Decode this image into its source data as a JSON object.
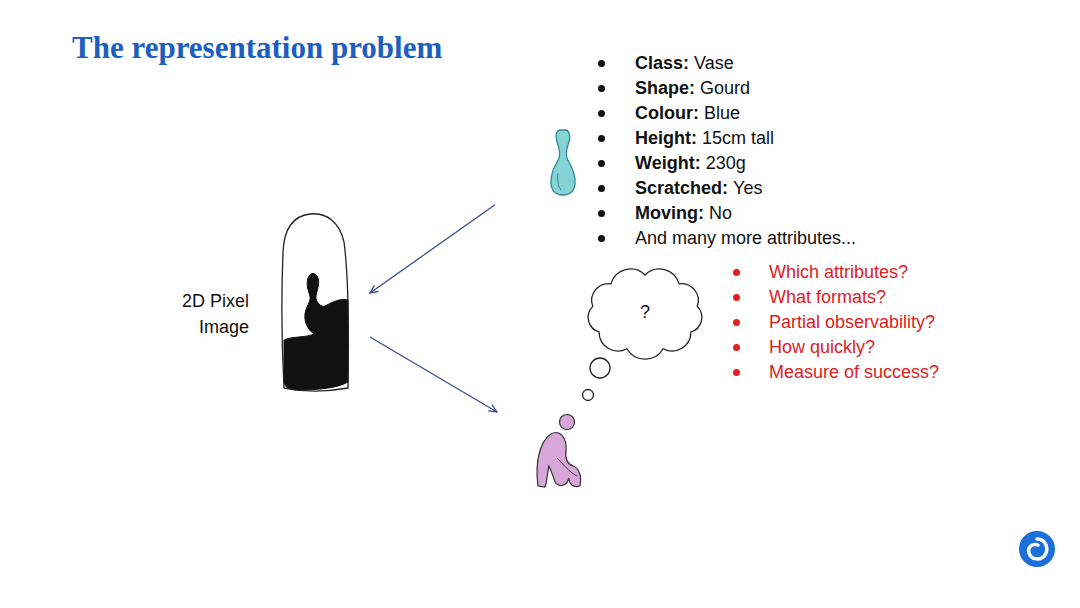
{
  "diagram": {
    "title": "The representation problem",
    "nodes": [
      {
        "text": [
          "2D Pixel Image"
        ]
      },
      {
        "text": [
          "Class:",
          "Vase",
          "Shape:",
          "Gourd",
          "Colour:",
          "Blue",
          "Height:",
          "15cm tall",
          "Weight:",
          "230g",
          "Scratched:",
          "Yes",
          "Moving:",
          "No",
          "And many more attributes..."
        ]
      },
      {
        "text": [
          "?"
        ]
      }
    ],
    "edges": [
      {
        "from": 1,
        "to": 0,
        "arrow": "to"
      },
      {
        "from": 0,
        "to": 2,
        "arrow": "to"
      }
    ],
    "labels": [
      "Which attributes?",
      "What formats?",
      "Partial observability?",
      "How quickly?",
      "Measure of success?"
    ]
  }
}
